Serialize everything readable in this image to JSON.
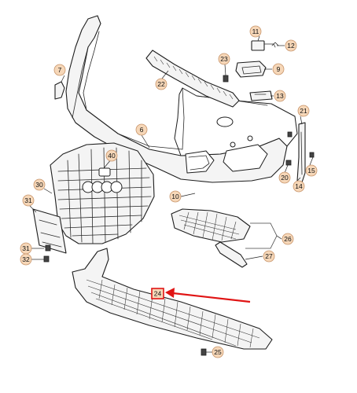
{
  "callouts": [
    {
      "id": "c1",
      "label": "11"
    },
    {
      "id": "c2",
      "label": "12"
    },
    {
      "id": "c3",
      "label": "23"
    },
    {
      "id": "c4",
      "label": "9"
    },
    {
      "id": "c5",
      "label": "7"
    },
    {
      "id": "c6",
      "label": "22"
    },
    {
      "id": "c7",
      "label": "13"
    },
    {
      "id": "c8",
      "label": "21"
    },
    {
      "id": "c9",
      "label": "6"
    },
    {
      "id": "c10",
      "label": "40"
    },
    {
      "id": "c11",
      "label": "15"
    },
    {
      "id": "c12",
      "label": "20"
    },
    {
      "id": "c13",
      "label": "14"
    },
    {
      "id": "c14",
      "label": "30"
    },
    {
      "id": "c15",
      "label": "10"
    },
    {
      "id": "c16",
      "label": "31"
    },
    {
      "id": "c17",
      "label": "26"
    },
    {
      "id": "c18",
      "label": "31"
    },
    {
      "id": "c19",
      "label": "32"
    },
    {
      "id": "c20",
      "label": "27"
    },
    {
      "id": "c21",
      "label": "25"
    }
  ],
  "highlight": {
    "label": "24",
    "accent_color": "#e01414"
  }
}
